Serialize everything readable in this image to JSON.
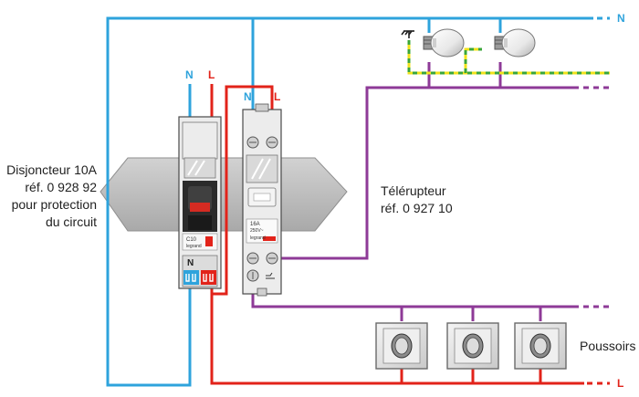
{
  "labels": {
    "disjoncteur": [
      "Disjoncteur 10A",
      "réf. 0 928 92",
      "pour protection",
      "du circuit"
    ],
    "telerupteur": [
      "Télérupteur",
      "réf. 0 927 10"
    ],
    "poussoirs": "Poussoirs"
  },
  "wire_labels": {
    "breaker_n": "N",
    "breaker_l": "L",
    "relay_n": "N",
    "relay_l": "L",
    "right_n": "N",
    "right_l": "L"
  },
  "device_text": {
    "breaker_rating": "C10",
    "breaker_n_mark": "N",
    "relay_rating": "16A",
    "relay_voltage": "250V~",
    "brand": "legrand"
  },
  "colors": {
    "neutral": "#2ea3dc",
    "phase": "#e2231a",
    "control": "#8e3a97",
    "earth_yellow": "#f0e21a",
    "earth_green": "#3aa639",
    "rail": "#b7b7b7",
    "module": "#ececec"
  },
  "icons": [
    "lamp-icon",
    "ground-icon",
    "push-button-icon"
  ]
}
